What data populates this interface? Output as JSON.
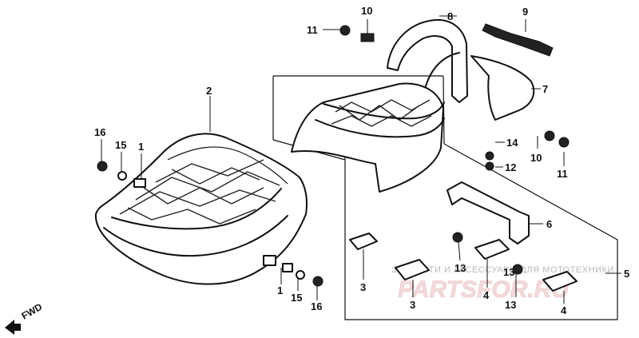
{
  "parts": {
    "p1a": "1",
    "p1b": "1",
    "p2": "2",
    "p3a": "3",
    "p3b": "3",
    "p4a": "4",
    "p4b": "4",
    "p5": "5",
    "p6": "6",
    "p7": "7",
    "p8": "8",
    "p9": "9",
    "p10a": "10",
    "p10b": "10",
    "p11a": "11",
    "p11b": "11",
    "p12": "12",
    "p13a": "13",
    "p13b": "13",
    "p13c": "13",
    "p14": "14",
    "p15a": "15",
    "p15b": "15",
    "p16a": "16",
    "p16b": "16"
  },
  "direction_label": "FWD",
  "watermark": {
    "line1": "ЗАПЧАСТИ И АКСЕССУАРЫ ДЛЯ МОТОТЕХНИКИ",
    "line2": "PARTSFOR.RU"
  }
}
